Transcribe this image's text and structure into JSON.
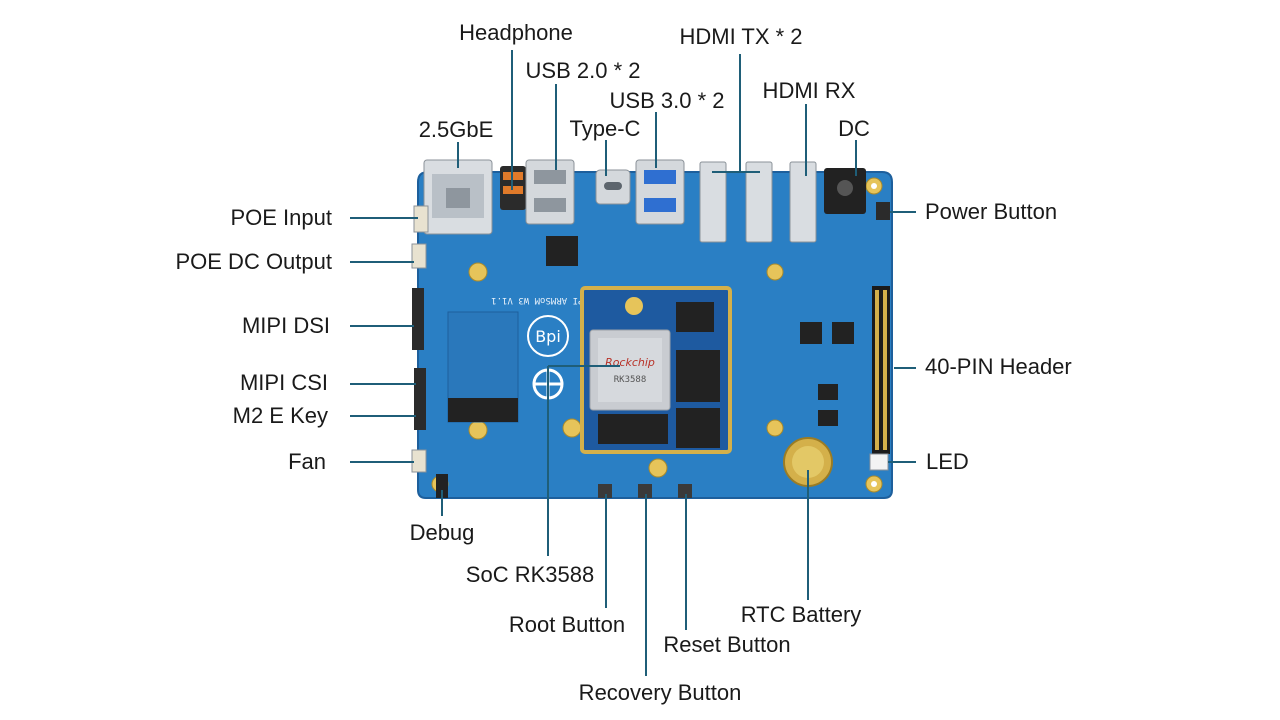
{
  "labels": {
    "headphone": "Headphone",
    "hdmi_tx": "HDMI TX * 2",
    "usb2": "USB 2.0 * 2",
    "usb3": "USB 3.0 * 2",
    "hdmi_rx": "HDMI RX",
    "gbe": "2.5GbE",
    "typec": "Type-C",
    "dc": "DC",
    "poe_input": "POE Input",
    "poe_dc_output": "POE DC Output",
    "mipi_dsi": "MIPI DSI",
    "mipi_csi": "MIPI CSI",
    "m2_e_key": "M2 E Key",
    "fan": "Fan",
    "debug": "Debug",
    "soc": "SoC RK3588",
    "root_button": "Root Button",
    "recovery_button": "Recovery Button",
    "reset_button": "Reset Button",
    "rtc_battery": "RTC Battery",
    "power_button": "Power Button",
    "pin_header": "40-PIN Header",
    "led": "LED"
  },
  "board": {
    "silkscreen": "BPI ARMSoM W3 V1.1",
    "logo": "Bpi",
    "soc_brand": "Rockchip",
    "soc_marking": "RK3588",
    "colors": {
      "pcb": "#2a7fc4",
      "pcb_edge": "#1d5f9c",
      "lead": "#1f5e78",
      "gold": "#d4b04a"
    }
  }
}
